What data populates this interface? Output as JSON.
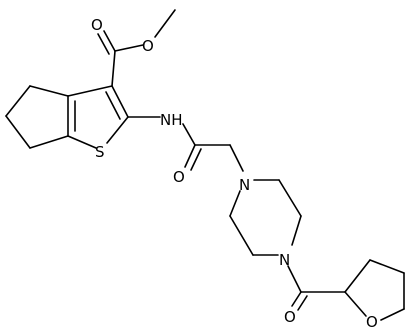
{
  "atoms": {
    "O1": "O",
    "O2": "O",
    "S1": "S",
    "NH": "NH",
    "O3": "O",
    "N1": "N",
    "N2": "N",
    "O4": "O",
    "O5": "O"
  },
  "colors": {
    "bond": "#000000",
    "text": "#000000",
    "background": "#ffffff"
  }
}
